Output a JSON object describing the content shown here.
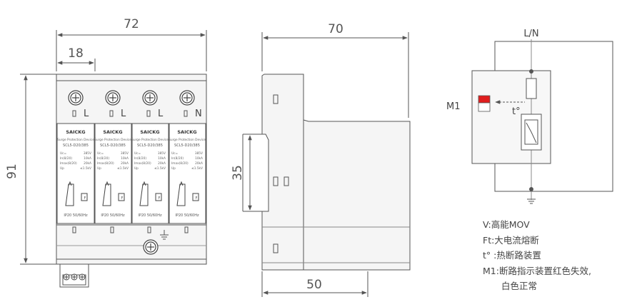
{
  "dims": {
    "width_front": "72",
    "module_width": "18",
    "height_total": "91",
    "depth_side": "70",
    "rail_height": "35",
    "depth_base": "50"
  },
  "terminal_labels": [
    "L",
    "L",
    "L",
    "N"
  ],
  "module": {
    "brand": "SAICKG",
    "subtitle": "Surge Protection Device",
    "model": "SCL5-D20/385",
    "spec_keys": [
      "Uc=",
      "In(8/20)",
      "Imax(8/20)",
      "Up"
    ],
    "spec_vals": [
      "385V",
      "10kA",
      "20kA",
      "≤1.5kV"
    ],
    "footer": "IP20  50/60Hz",
    "f_mark": "F"
  },
  "schematic": {
    "line_label": "L/N",
    "indicator_label": "M1",
    "thermal_label": "t°"
  },
  "legend": [
    "V:高能MOV",
    "Ft:大电流熔断",
    "t° :热断路装置",
    "M1:断路指示装置红色失效,",
    "白色正常"
  ],
  "colors": {
    "line": "#555555",
    "body_fill": "#f5f5f5",
    "indicator_red": "#e01e1e"
  }
}
